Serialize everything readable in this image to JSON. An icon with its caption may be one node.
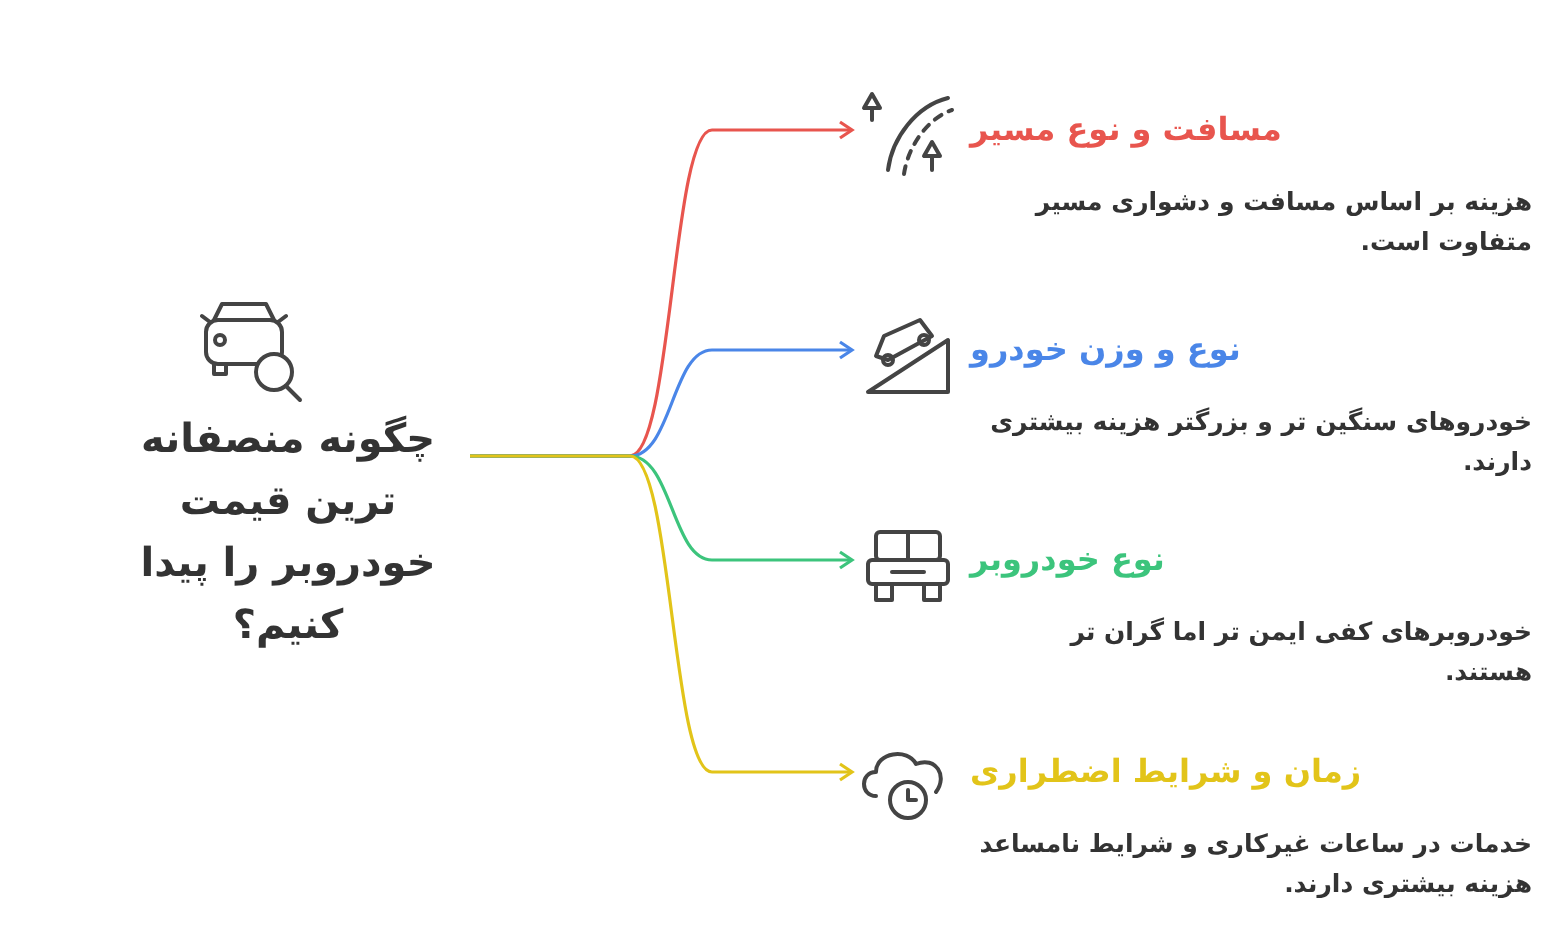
{
  "diagram": {
    "nodes": [
      {
        "text": [
          "چگونه منصفانه ترین قیمت خودروبر را پیدا کنیم؟"
        ]
      },
      {
        "text": [
          "مسافت و نوع مسیر",
          "هزینه بر اساس مسافت و دشواری مسیر متفاوت است."
        ]
      },
      {
        "text": [
          "نوع و وزن خودرو",
          "خودروهای سنگین تر و بزرگتر هزینه بیشتری دارند."
        ]
      },
      {
        "text": [
          "نوع خودروبر",
          "خودروبرهای کفی ایمن تر اما گران تر هستند."
        ]
      },
      {
        "text": [
          "زمان و شرایط اضطراری",
          "خدمات در ساعات غیرکاری و شرایط نامساعد هزینه بیشتری دارند."
        ]
      }
    ],
    "edges": [
      {
        "from": 0,
        "to": 1,
        "arrow": "to",
        "color": "#e8554e"
      },
      {
        "from": 0,
        "to": 2,
        "arrow": "to",
        "color": "#4a86e8"
      },
      {
        "from": 0,
        "to": 3,
        "arrow": "to",
        "color": "#3cc47c"
      },
      {
        "from": 0,
        "to": 4,
        "arrow": "to",
        "color": "#e2c419"
      }
    ]
  }
}
